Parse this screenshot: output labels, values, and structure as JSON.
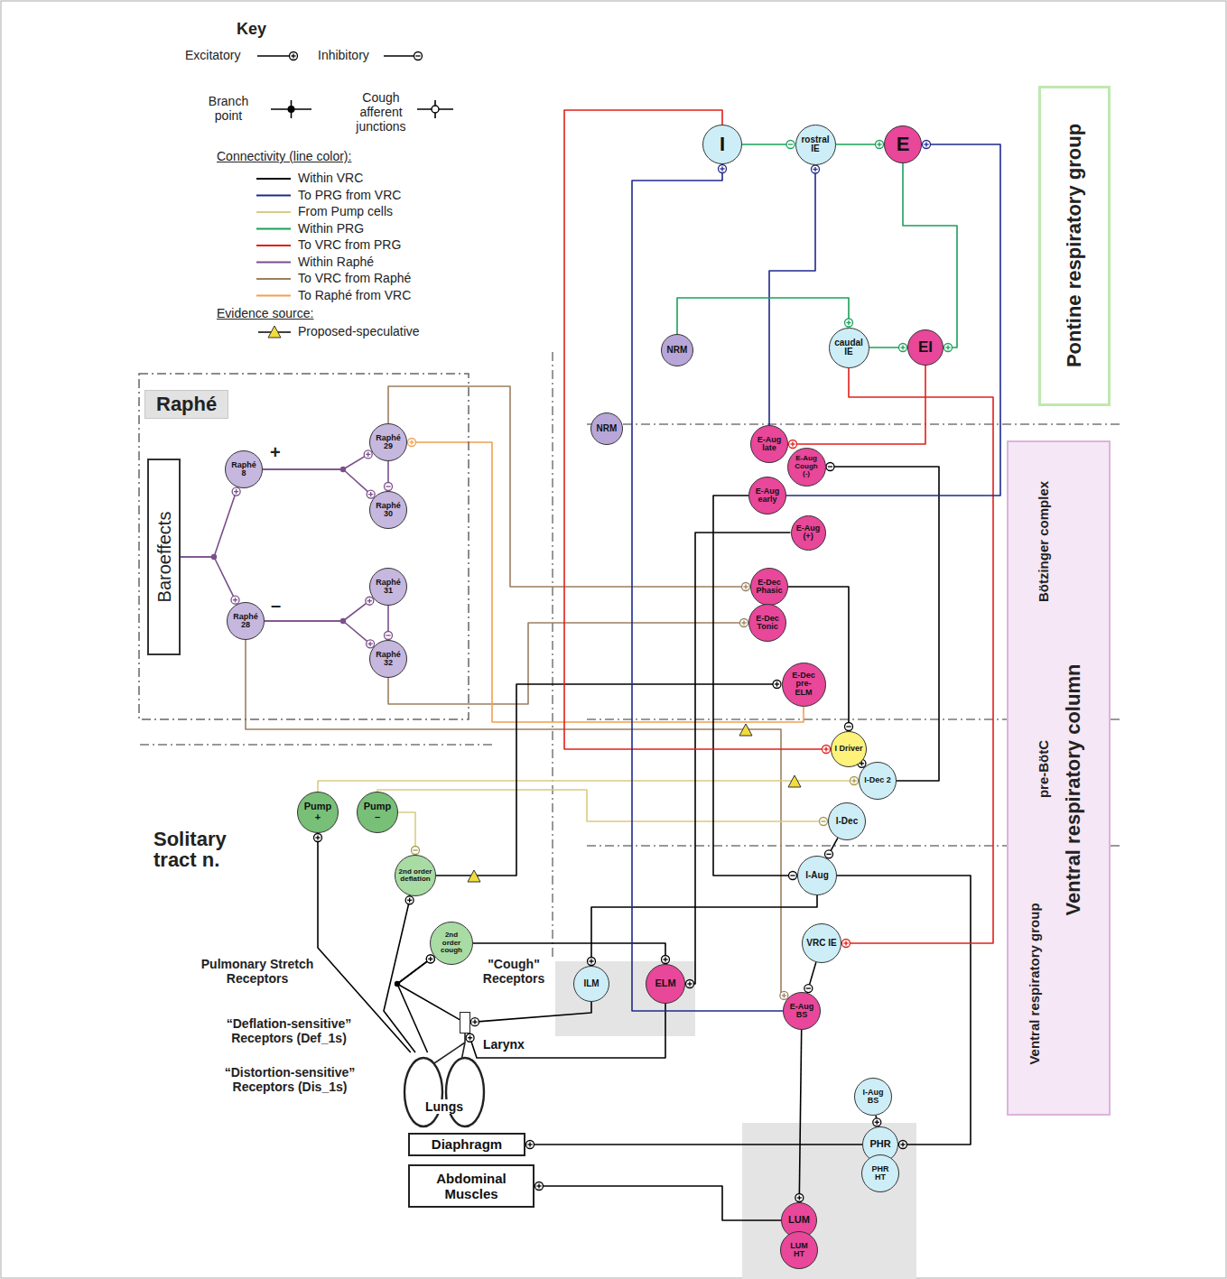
{
  "diagram": {
    "nodes": [
      {
        "text": [
          "I"
        ]
      },
      {
        "text": [
          "rostral IE"
        ]
      },
      {
        "text": [
          "E"
        ]
      },
      {
        "text": [
          "Pontine respiratory group"
        ]
      },
      {
        "text": [
          "caudal IE"
        ]
      },
      {
        "text": [
          "EI"
        ]
      },
      {
        "text": [
          "NRM"
        ]
      },
      {
        "text": [
          "Raphé"
        ]
      },
      {
        "text": [
          "Baroeffects"
        ],
        "in": 7
      },
      {
        "text": [
          "Raphé 8"
        ],
        "in": 7
      },
      {
        "text": [
          "Raphé 29"
        ],
        "in": 7
      },
      {
        "text": [
          "Raphé 30"
        ],
        "in": 7
      },
      {
        "text": [
          "Raphé 31"
        ],
        "in": 7
      },
      {
        "text": [
          "Raphé 28"
        ],
        "in": 7
      },
      {
        "text": [
          "Raphé 32"
        ],
        "in": 7
      },
      {
        "text": [
          "NRM"
        ]
      },
      {
        "text": [
          "Bötzinger complex",
          "pre-BötC",
          "Ventral respiratory group",
          "Ventral respiratory column"
        ]
      },
      {
        "text": [
          "E-Aug late"
        ]
      },
      {
        "text": [
          "E-Aug Cough (-)"
        ]
      },
      {
        "text": [
          "E-Aug early"
        ]
      },
      {
        "text": [
          "E-Aug (+)"
        ]
      },
      {
        "text": [
          "E-Dec Phasic"
        ]
      },
      {
        "text": [
          "E-Dec Tonic"
        ]
      },
      {
        "text": [
          "E-Dec pre-ELM"
        ]
      },
      {
        "text": [
          "I Driver"
        ]
      },
      {
        "text": [
          "I-Dec 2"
        ]
      },
      {
        "text": [
          "I-Dec"
        ]
      },
      {
        "text": [
          "Pump +"
        ]
      },
      {
        "text": [
          "Pump –"
        ]
      },
      {
        "text": [
          "2nd order deflation"
        ]
      },
      {
        "text": [
          "I-Aug"
        ]
      },
      {
        "text": [
          "2nd order cough"
        ]
      },
      {
        "text": [
          "VRC IE"
        ]
      },
      {
        "text": [
          "Larynx"
        ]
      },
      {
        "text": [
          "ILM"
        ]
      },
      {
        "text": [
          "ELM"
        ]
      },
      {
        "text": [
          "E-Aug BS"
        ]
      },
      {
        "text": [
          "Lungs"
        ]
      },
      {
        "text": [
          "I-Aug BS"
        ]
      },
      {
        "text": [
          "PHR"
        ]
      },
      {
        "text": [
          "PHR HT"
        ]
      },
      {
        "text": [
          "Diaphragm"
        ]
      },
      {
        "text": [
          "Abdominal Muscles"
        ]
      },
      {
        "text": [
          "LUM"
        ]
      },
      {
        "text": [
          "LUM HT"
        ]
      }
    ],
    "edges": [
      {
        "from": 8,
        "to": 9,
        "arrow": "to"
      },
      {
        "from": 8,
        "to": 13,
        "arrow": "to"
      },
      {
        "from": 9,
        "to": 10,
        "arrow": "to"
      },
      {
        "from": 9,
        "to": 11,
        "arrow": "to"
      },
      {
        "from": 10,
        "to": 11,
        "arrow": "to"
      },
      {
        "from": 13,
        "to": 12,
        "arrow": "to"
      },
      {
        "from": 13,
        "to": 14,
        "arrow": "to"
      },
      {
        "from": 12,
        "to": 14,
        "arrow": "to"
      },
      {
        "from": 10,
        "to": 21,
        "arrow": "to"
      },
      {
        "from": 14,
        "to": 22,
        "arrow": "to"
      },
      {
        "from": 13,
        "to": 36,
        "arrow": "to"
      },
      {
        "from": 23,
        "to": 10,
        "arrow": "to"
      },
      {
        "from": 27,
        "to": 25,
        "arrow": "to"
      },
      {
        "from": 28,
        "to": 29,
        "arrow": "to"
      },
      {
        "from": 28,
        "to": 26,
        "arrow": "to"
      },
      {
        "from": 37,
        "to": 27,
        "arrow": "to"
      },
      {
        "from": 37,
        "to": 29,
        "arrow": "to"
      },
      {
        "from": 37,
        "to": 31,
        "arrow": "to"
      },
      {
        "from": 33,
        "to": 31,
        "arrow": "to"
      },
      {
        "from": 31,
        "to": 35,
        "arrow": "to"
      },
      {
        "from": 29,
        "to": 23,
        "arrow": "to"
      },
      {
        "from": 39,
        "to": 41,
        "arrow": "to"
      },
      {
        "from": 43,
        "to": 42,
        "arrow": "to"
      },
      {
        "from": 34,
        "to": 33,
        "arrow": "to"
      },
      {
        "from": 35,
        "to": 33,
        "arrow": "to"
      },
      {
        "from": 24,
        "to": 25,
        "arrow": "to"
      },
      {
        "from": 25,
        "to": 18,
        "arrow": "to"
      },
      {
        "from": 19,
        "to": 30,
        "arrow": "to"
      },
      {
        "from": 21,
        "to": 24,
        "arrow": "to"
      },
      {
        "from": 26,
        "to": 30,
        "arrow": "to"
      },
      {
        "from": 30,
        "to": 39,
        "arrow": "to"
      },
      {
        "from": 38,
        "to": 39,
        "arrow": "to"
      },
      {
        "from": 36,
        "to": 43,
        "arrow": "to"
      },
      {
        "from": 32,
        "to": 36,
        "arrow": "to"
      },
      {
        "from": 20,
        "to": 35,
        "arrow": "to"
      },
      {
        "from": 30,
        "to": 34,
        "arrow": "to"
      },
      {
        "from": 0,
        "to": 24,
        "arrow": "to"
      },
      {
        "from": 5,
        "to": 17,
        "arrow": "to"
      },
      {
        "from": 4,
        "to": 32,
        "arrow": "to"
      },
      {
        "from": 19,
        "to": 2,
        "arrow": "to"
      },
      {
        "from": 36,
        "to": 0,
        "arrow": "to"
      },
      {
        "from": 17,
        "to": 1,
        "arrow": "to"
      },
      {
        "from": 0,
        "to": 1,
        "arrow": "to"
      },
      {
        "from": 1,
        "to": 2,
        "arrow": "to"
      },
      {
        "from": 2,
        "to": 5,
        "arrow": "to"
      },
      {
        "from": 4,
        "to": 5,
        "arrow": "to"
      },
      {
        "from": 6,
        "to": 4,
        "arrow": "to"
      }
    ],
    "labels": [
      "Key",
      "Connectivity (line color):",
      "Evidence source:",
      "+",
      "–",
      "Solitary tract n.",
      "Pulmonary Stretch Receptors",
      "“Deflation-sensitive” Receptors (Def_1s)",
      "“Distortion-sensitive” Receptors (Dis_1s)",
      "\"Cough\" Receptors"
    ],
    "legend": [
      {
        "text": "Excitatory"
      },
      {
        "text": "Inhibitory"
      },
      {
        "text": "Branch point"
      },
      {
        "text": "Cough afferent junctions"
      },
      {
        "text": "Within VRC",
        "color": "#000000"
      },
      {
        "text": "To PRG from VRC",
        "color": "#1f2a8c"
      },
      {
        "text": "From Pump cells",
        "color": "#d9cc80"
      },
      {
        "text": "Within PRG",
        "color": "#1aa05a"
      },
      {
        "text": "To VRC from PRG",
        "color": "#e0201b"
      },
      {
        "text": "Within Raphé",
        "color": "#7a4f8a"
      },
      {
        "text": "To VRC from Raphé",
        "color": "#9c7f5f"
      },
      {
        "text": "To Raphé from VRC",
        "color": "#f0a050"
      },
      {
        "text": "Proposed-speculative"
      }
    ]
  }
}
